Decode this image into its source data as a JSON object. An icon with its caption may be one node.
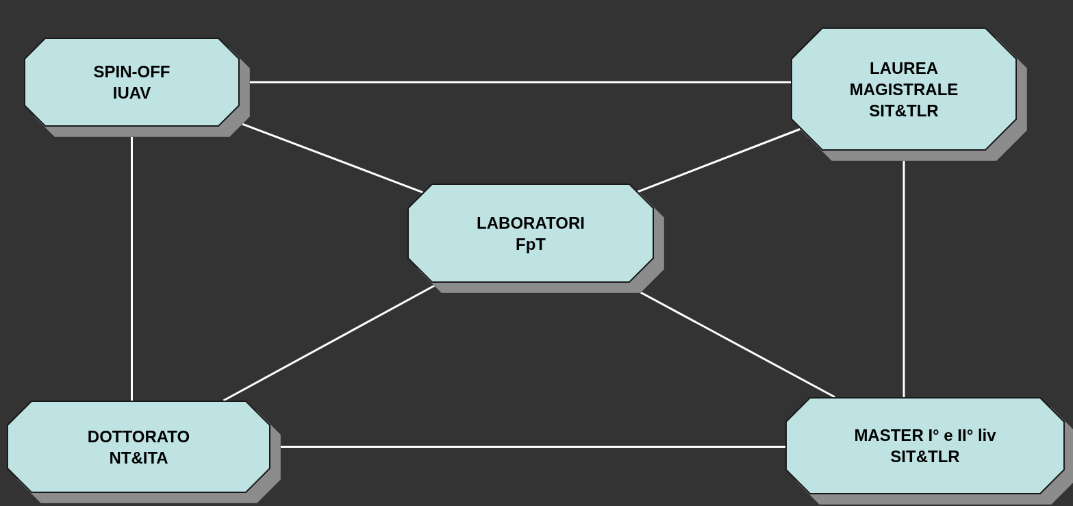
{
  "diagram": {
    "nodes": [
      {
        "text": [
          "SPIN-OFF IUAV"
        ]
      },
      {
        "text": [
          "LAUREA MAGISTRALE SIT&TLR"
        ]
      },
      {
        "text": [
          "LABORATORI FpT"
        ]
      },
      {
        "text": [
          "DOTTORATO NT&ITA"
        ]
      },
      {
        "text": [
          "MASTER I° e II° liv SIT&TLR"
        ]
      }
    ],
    "edges": [
      {
        "from": 0,
        "to": 1,
        "arrow": "none"
      },
      {
        "from": 0,
        "to": 2,
        "arrow": "none"
      },
      {
        "from": 1,
        "to": 2,
        "arrow": "none"
      },
      {
        "from": 0,
        "to": 3,
        "arrow": "none"
      },
      {
        "from": 1,
        "to": 4,
        "arrow": "none"
      },
      {
        "from": 2,
        "to": 3,
        "arrow": "none"
      },
      {
        "from": 2,
        "to": 4,
        "arrow": "none"
      },
      {
        "from": 3,
        "to": 4,
        "arrow": "none"
      }
    ]
  }
}
